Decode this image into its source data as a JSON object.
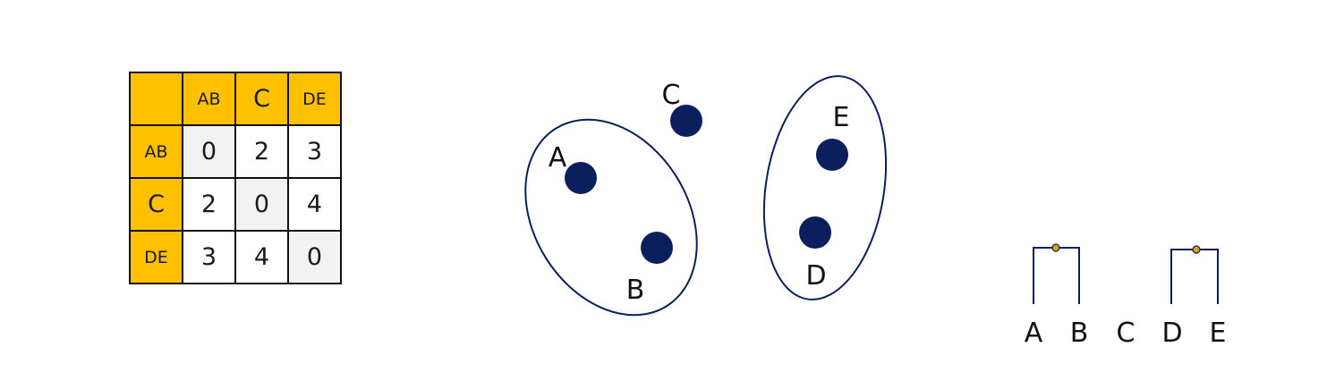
{
  "matrix": {
    "labels": [
      "AB",
      "C",
      "DE"
    ],
    "values": [
      [
        0,
        2,
        3
      ],
      [
        2,
        0,
        4
      ],
      [
        3,
        4,
        0
      ]
    ]
  },
  "scatter": {
    "points": [
      {
        "label": "A"
      },
      {
        "label": "B"
      },
      {
        "label": "C"
      },
      {
        "label": "E"
      },
      {
        "label": "D"
      }
    ]
  },
  "dendrogram": {
    "leaves": [
      "A",
      "B",
      "C",
      "D",
      "E"
    ]
  },
  "colors": {
    "header": "#ffc000",
    "diagonal": "#f2f2f2",
    "point": "#0b1f5c",
    "merge_dot": "#d4a017"
  }
}
